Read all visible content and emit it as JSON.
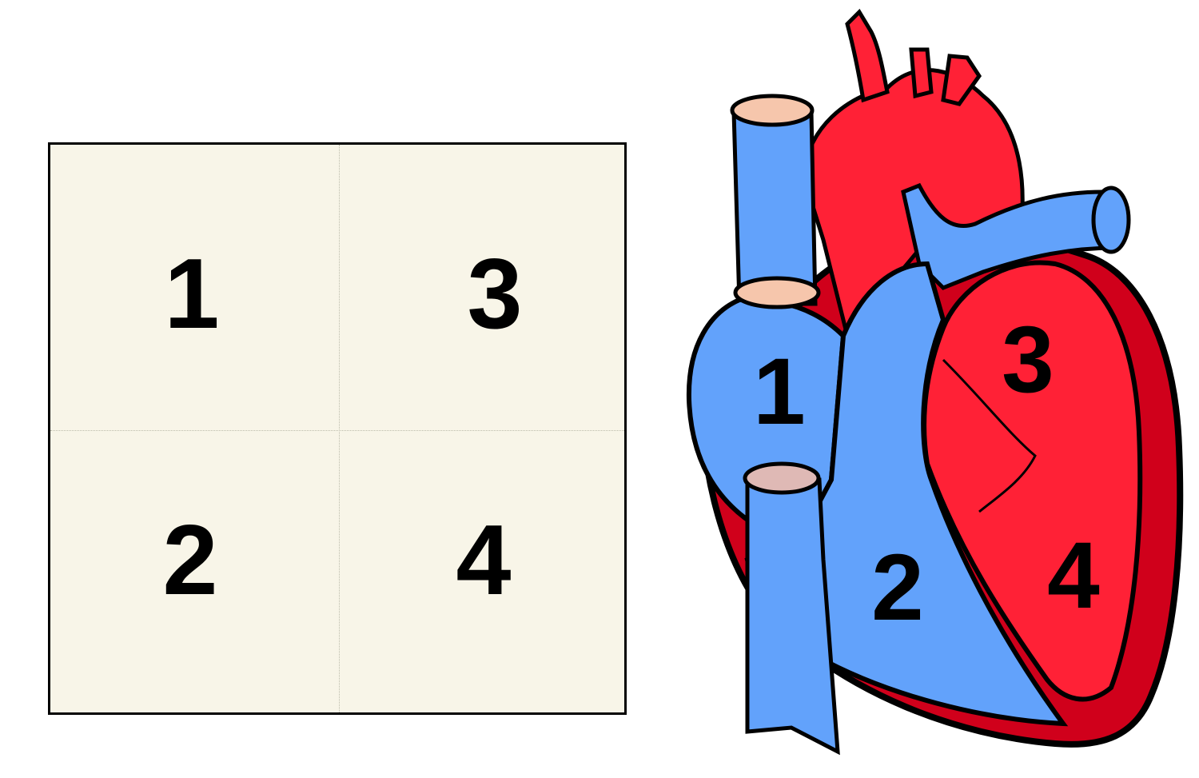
{
  "grid": {
    "cells": [
      {
        "label": "1"
      },
      {
        "label": "3"
      },
      {
        "label": "2"
      },
      {
        "label": "4"
      }
    ]
  },
  "heart": {
    "labels": [
      {
        "text": "1"
      },
      {
        "text": "2"
      },
      {
        "text": "3"
      },
      {
        "text": "4"
      }
    ],
    "colors": {
      "deoxygenated": "#62a2fb",
      "oxygenated": "#ff2136",
      "wall": "#d0001b",
      "vessel_opening": "#f6c6ac",
      "valve_opening": "#dfb9b5"
    }
  }
}
